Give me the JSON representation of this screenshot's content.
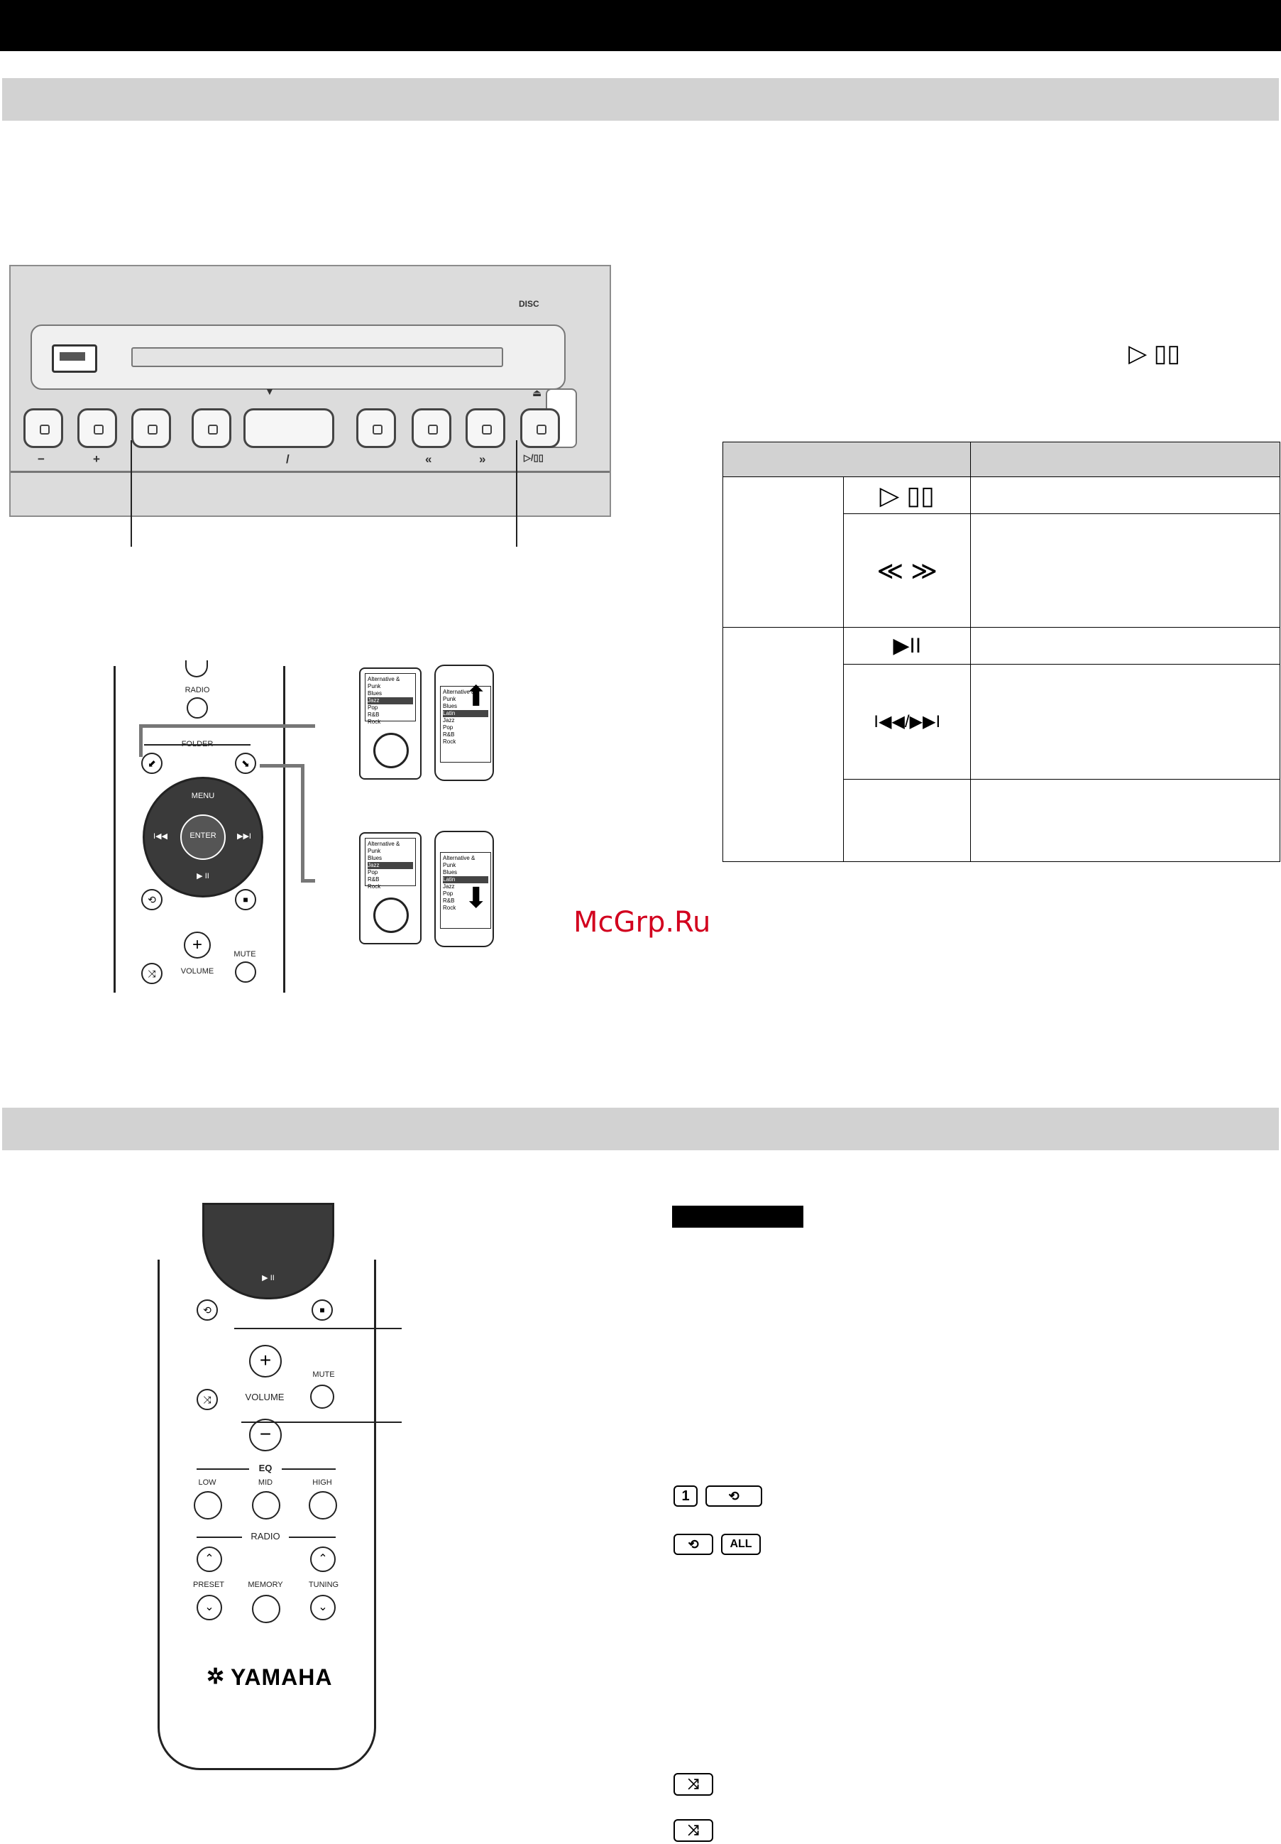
{
  "front_panel": {
    "buttons": [
      {
        "label": "−"
      },
      {
        "label": "+"
      },
      {
        "label": ""
      },
      {
        "label": ""
      },
      {
        "label": "/"
      },
      {
        "label": ""
      },
      {
        "label": "«"
      },
      {
        "label": "»"
      },
      {
        "label": "▷/▯▯"
      }
    ],
    "disc_logo": "DISC"
  },
  "remote_top": {
    "labels": {
      "radio": "RADIO",
      "folder": "FOLDER",
      "menu": "MENU",
      "enter": "ENTER",
      "prev": "I◀◀",
      "next": "▶▶I",
      "play_pause": "▶ II",
      "volume": "VOLUME",
      "mute": "MUTE"
    }
  },
  "ipod_menu": {
    "items": [
      "Alternative & Punk",
      "Blues",
      "Latin",
      "Jazz",
      "Pop",
      "R&B",
      "Rock"
    ]
  },
  "table": {
    "rows": [
      {
        "symbol": "▷ ▯▯"
      },
      {
        "symbol": "≪ ≫"
      },
      {
        "symbol": "▶II"
      },
      {
        "symbol": "I◀◀/▶▶I"
      },
      {
        "symbol": ""
      }
    ]
  },
  "header_symbol": "▷ ▯▯",
  "watermark": "McGrp.Ru",
  "remote_bottom": {
    "labels": {
      "play_pause": "▶ II",
      "volume": "VOLUME",
      "mute": "MUTE",
      "eq": "EQ",
      "low": "LOW",
      "mid": "MID",
      "high": "HIGH",
      "radio": "RADIO",
      "preset": "PRESET",
      "memory": "MEMORY",
      "tuning": "TUNING",
      "brand": "YAMAHA"
    }
  },
  "mode_icons": {
    "repeat_one": [
      "1",
      "⟲"
    ],
    "repeat_all": [
      "⟲",
      "ALL"
    ],
    "shuffle_1": "⤨",
    "shuffle_2": "⤨"
  }
}
